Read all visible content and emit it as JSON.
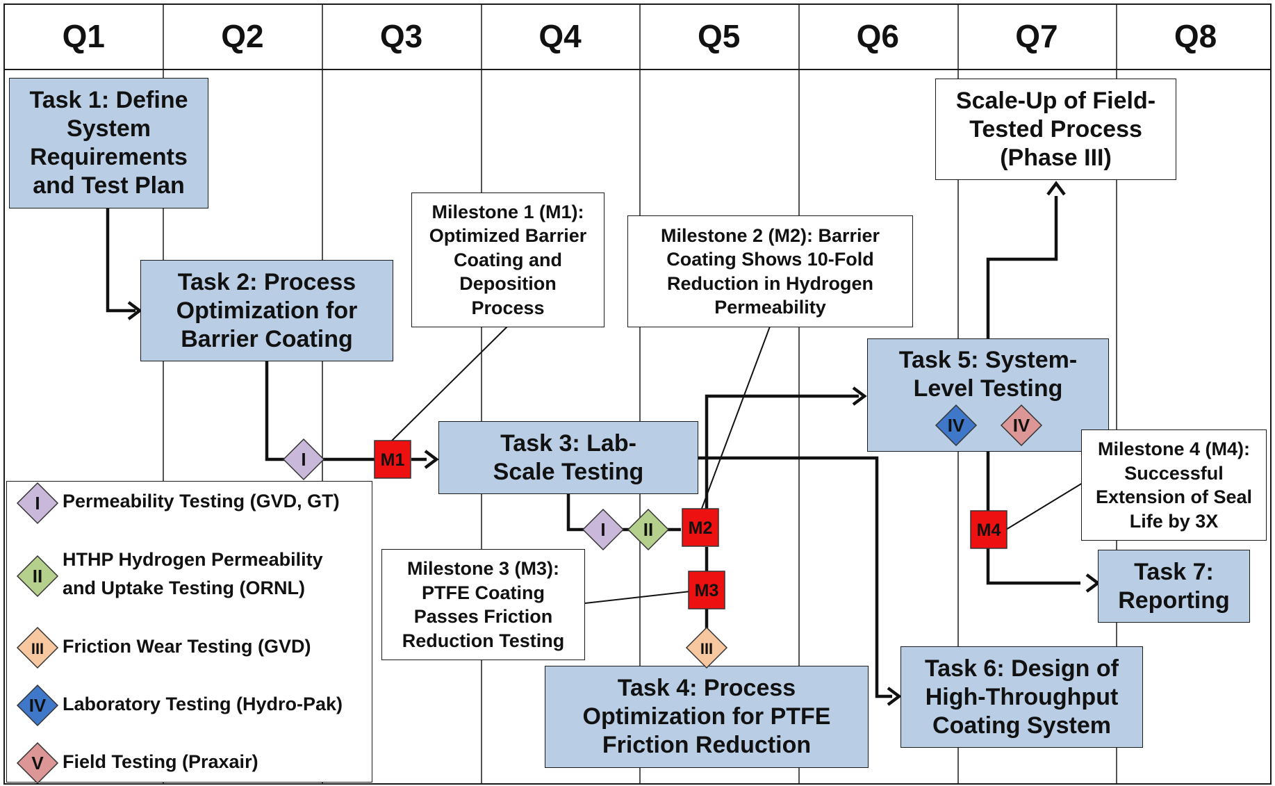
{
  "quarters": [
    "Q1",
    "Q2",
    "Q3",
    "Q4",
    "Q5",
    "Q6",
    "Q7",
    "Q8"
  ],
  "tasks": {
    "task1": "Task 1: Define System Requirements and Test Plan",
    "task2": "Task 2: Process Optimization for Barrier Coating",
    "task3": "Task 3: Lab-Scale Testing",
    "task4": "Task 4: Process Optimization for PTFE Friction Reduction",
    "task5": "Task 5: System-Level Testing",
    "task6": "Task 6: Design of High-Throughput Coating System",
    "task7": "Task 7: Reporting",
    "scaleup": "Scale-Up of Field-Tested Process (Phase III)"
  },
  "milestones": {
    "m1": "Milestone 1 (M1): Optimized Barrier Coating and Deposition Process",
    "m2": "Milestone 2 (M2): Barrier Coating Shows 10-Fold Reduction in Hydrogen Permeability",
    "m3": "Milestone 3 (M3): PTFE Coating Passes Friction Reduction Testing",
    "m4": "Milestone 4 (M4): Successful Extension of Seal Life by 3X"
  },
  "markers": {
    "m1": "M1",
    "m2": "M2",
    "m3": "M3",
    "m4": "M4",
    "color": "#ee1111"
  },
  "legend": [
    {
      "symbol": "I",
      "label": "Permeability Testing (GVD, GT)",
      "color": "#c9b8da"
    },
    {
      "symbol": "II",
      "label": "HTHP Hydrogen Permeability and Uptake Testing (ORNL)",
      "color": "#b5d08d"
    },
    {
      "symbol": "III",
      "label": "Friction Wear Testing (GVD)",
      "color": "#f7c8a0"
    },
    {
      "symbol": "IV",
      "label": "Laboratory Testing (Hydro-Pak)",
      "color": "#3f78c8"
    },
    {
      "symbol": "V",
      "label": "Field Testing (Praxair)",
      "color": "#dd9696"
    }
  ],
  "diagram_diamonds": [
    {
      "symbol": "I",
      "color": "#c9b8da"
    },
    {
      "symbol": "I",
      "color": "#c9b8da"
    },
    {
      "symbol": "II",
      "color": "#b5d08d"
    },
    {
      "symbol": "III",
      "color": "#f7c8a0"
    },
    {
      "symbol": "IV",
      "color": "#3f78c8"
    },
    {
      "symbol": "IV",
      "color": "#dd9696"
    }
  ],
  "colors": {
    "task_fill": "#b9cde4",
    "line": "#111111"
  }
}
